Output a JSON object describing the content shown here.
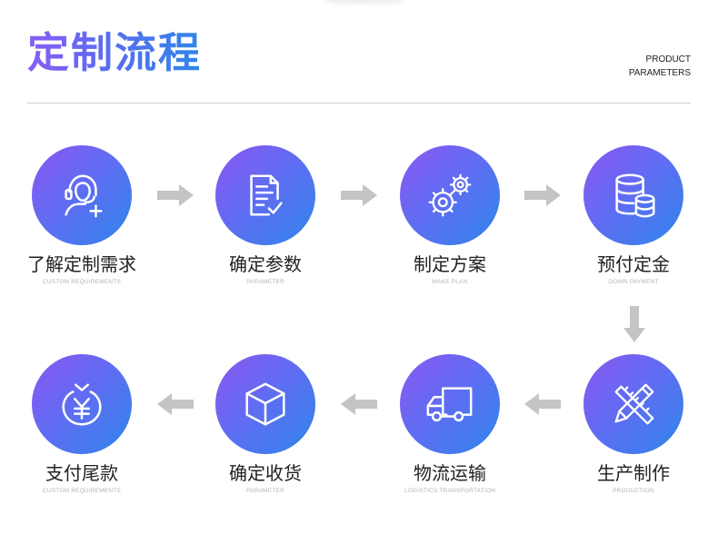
{
  "header": {
    "title": "定制流程",
    "subtitle_line1": "PRODUCT",
    "subtitle_line2": "PARAMETERS"
  },
  "colors": {
    "gradient_start": "#8b57f2",
    "gradient_end": "#2e86ea",
    "arrow": "#c4c4c4"
  },
  "steps": [
    {
      "label": "了解定制需求",
      "sub": "CUSTOM REQUIREMENTS",
      "icon": "customer-service-icon"
    },
    {
      "label": "确定参数",
      "sub": "PARAMETER",
      "icon": "document-check-icon"
    },
    {
      "label": "制定方案",
      "sub": "MAKE PLAN",
      "icon": "gears-icon"
    },
    {
      "label": "预付定金",
      "sub": "DOWN PAYMENT",
      "icon": "coins-stack-icon"
    },
    {
      "label": "生产制作",
      "sub": "PRODUCTION",
      "icon": "pencil-ruler-icon"
    },
    {
      "label": "物流运输",
      "sub": "LOGISTICS TRANSPORTATION",
      "icon": "truck-icon"
    },
    {
      "label": "确定收货",
      "sub": "PARAMETER",
      "icon": "box-icon"
    },
    {
      "label": "支付尾款",
      "sub": "CUSTOM REQUIREMENTS",
      "icon": "yuan-payment-icon"
    }
  ]
}
